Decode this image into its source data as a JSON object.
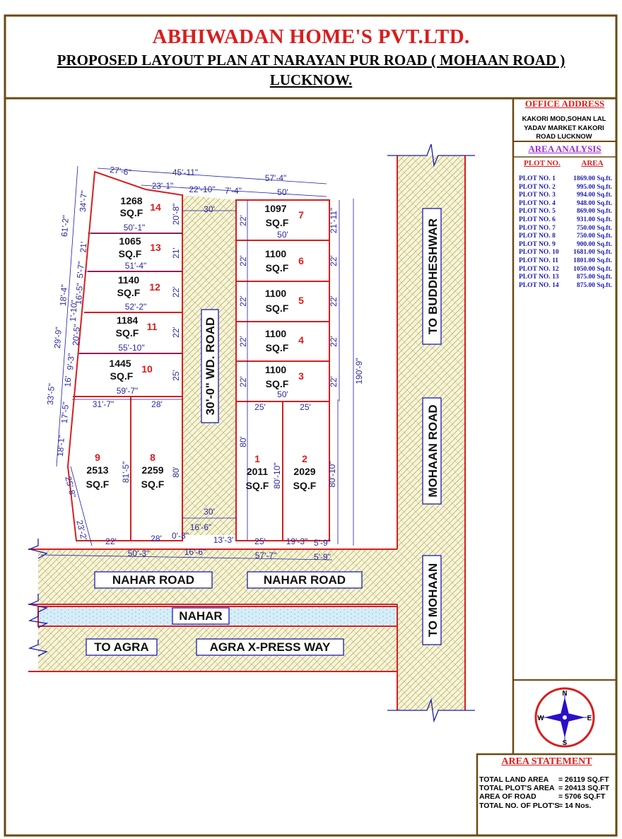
{
  "title": {
    "company": "ABHIWADAN HOME'S PVT.LTD.",
    "subtitle": "PROPOSED LAYOUT PLAN  AT NARAYAN PUR ROAD ( MOHAAN ROAD )",
    "city": "LUCKNOW."
  },
  "office": {
    "heading": "OFFICE ADDRESS",
    "lines": [
      "KAKORI MOD,SOHAN LAL",
      "YADAV MARKET KAKORI",
      "ROAD LUCKNOW"
    ]
  },
  "area_analysis": {
    "heading": "AREA ANALYSIS",
    "col_plot": "PLOT NO.",
    "col_area": "AREA",
    "rows": [
      {
        "plot": "PLOT NO. 1",
        "area": "1869.00 Sq.ft."
      },
      {
        "plot": "PLOT NO. 2",
        "area": "995.00 Sq.ft."
      },
      {
        "plot": "PLOT NO. 3",
        "area": "994.00 Sq.ft."
      },
      {
        "plot": "PLOT NO. 4",
        "area": "948.00 Sq.ft."
      },
      {
        "plot": "PLOT NO. 5",
        "area": "869.00 Sq.ft."
      },
      {
        "plot": "PLOT NO. 6",
        "area": "931.00 Sq.ft."
      },
      {
        "plot": "PLOT NO. 7",
        "area": "750.00 Sq.ft."
      },
      {
        "plot": "PLOT NO. 8",
        "area": "750.00 Sq.ft."
      },
      {
        "plot": "PLOT NO. 9",
        "area": "900.00 Sq.ft."
      },
      {
        "plot": "PLOT NO. 10",
        "area": "1681.00 Sq.ft."
      },
      {
        "plot": "PLOT NO. 11",
        "area": "1801.00 Sq.ft."
      },
      {
        "plot": "PLOT NO. 12",
        "area": "1050.00 Sq.ft."
      },
      {
        "plot": "PLOT NO. 13",
        "area": "875.00 Sq.ft."
      },
      {
        "plot": "PLOT NO. 14",
        "area": "875.00 Sq.ft."
      }
    ]
  },
  "area_statement": {
    "heading": "AREA STATEMENT",
    "rows": [
      {
        "label": "TOTAL LAND AREA",
        "value": "= 26119 SQ.FT"
      },
      {
        "label": "TOTAL PLOT'S AREA",
        "value": "= 20413  SQ.FT"
      },
      {
        "label": "AREA OF ROAD",
        "value": "=   5706 SQ.FT"
      },
      {
        "label": "TOTAL NO. OF PLOT'S",
        "value": "= 14 Nos."
      }
    ]
  },
  "compass": {
    "n": "N",
    "s": "S",
    "e": "E",
    "w": "W"
  },
  "roads": {
    "to_buddheshwar": "TO BUDDHESHWAR",
    "mohaan_road": "MOHAAN ROAD",
    "to_mohaan": "TO MOHAAN",
    "internal_road": "30'-0\" WD. ROAD",
    "nahar_road": "NAHAR ROAD",
    "nahar": "NAHAR",
    "to_agra": "TO AGRA",
    "agra_xpress": "AGRA X-PRESS WAY"
  },
  "plots": {
    "p1": {
      "no": "1",
      "area": "2011",
      "unit": "SQ.F"
    },
    "p2": {
      "no": "2",
      "area": "2029",
      "unit": "SQ.F"
    },
    "p3": {
      "no": "3",
      "area": "1100",
      "unit": "SQ.F"
    },
    "p4": {
      "no": "4",
      "area": "1100",
      "unit": "SQ.F"
    },
    "p5": {
      "no": "5",
      "area": "1100",
      "unit": "SQ.F"
    },
    "p6": {
      "no": "6",
      "area": "1100",
      "unit": "SQ.F"
    },
    "p7": {
      "no": "7",
      "area": "1097",
      "unit": "SQ.F"
    },
    "p8": {
      "no": "8",
      "area": "2259",
      "unit": "SQ.F"
    },
    "p9": {
      "no": "9",
      "area": "2513",
      "unit": "SQ.F"
    },
    "p10": {
      "no": "10",
      "area": "1445",
      "unit": "SQ.F"
    },
    "p11": {
      "no": "11",
      "area": "1184",
      "unit": "SQ.F"
    },
    "p12": {
      "no": "12",
      "area": "1140",
      "unit": "SQ.F"
    },
    "p13": {
      "no": "13",
      "area": "1065",
      "unit": "SQ.F"
    },
    "p14": {
      "no": "14",
      "area": "1268",
      "unit": "SQ.F"
    }
  },
  "dims": {
    "top_27_6": "27'-6\"",
    "top_45_11": "45'-11\"",
    "top_57_4": "57'-4\"",
    "top_23_1": "23'-1\"",
    "top_22_10": "22'-10\"",
    "top_7_4": "7'-4\"",
    "top_50a": "50'",
    "road_30_top": "30'",
    "w_50_1": "50'-1\"",
    "w_51_4": "51'-4\"",
    "w_52_2": "52'-2\"",
    "w_55_10": "55'-10\"",
    "w_59_7": "59'-7\"",
    "w_31_7": "31'-7\"",
    "w_28a": "28'",
    "w_50b": "50'",
    "w_50c": "50'",
    "w_25a": "25'",
    "w_25b": "25'",
    "h_20_8": "20'-8\"",
    "h_21a": "21'",
    "h_22a": "22'",
    "h_22b": "22'",
    "h_25": "25'",
    "h_80a": "80'",
    "h_81_5": "81'-5\"",
    "r7_22": "22'",
    "r6_22": "22'",
    "r5_22": "22'",
    "r4_22": "22'",
    "r3_22": "22'",
    "s7_21_11": "21'-11\"",
    "s6_22": "22'",
    "s5_22": "22'",
    "s4_22": "22'",
    "s3_22": "22'",
    "h_190_9": "190'-9\"",
    "h_80b": "80'",
    "h_80_10a": "80'-10\"",
    "h_80_10b": "80'-10\"",
    "l_61_2": "61'-2\"",
    "l_34_7": "34'-7\"",
    "l_21": "21'",
    "l_5_7": "5'-7\"",
    "l_16_5": "16'-5\"",
    "l_18_4": "18'-4\"",
    "l_1_10": "1'-10\"",
    "l_20_5": "20'-5\"",
    "l_29_9": "29'-9\"",
    "l_9_3": "9'-3\"",
    "l_16": "16'",
    "l_33_5": "33'-5\"",
    "l_17_5": "17'-5\"",
    "l_18_1": "18'-1\"",
    "l_25_8": "25'-8\"",
    "l_23_2": "23'-2\"",
    "road_30_bot": "30'",
    "b_16_6": "16'-6\"",
    "b_22": "22'",
    "b_28": "28'",
    "b_0_3": "0'-3\"",
    "b_13_3": "13'-3'",
    "b_25": "25'",
    "b_19_3": "19'-3\"",
    "b_5_9": "5'-9\"",
    "b_50_3": "50'-3\"",
    "b_16_6b": "16'-6\"",
    "b_57_7": "57'-7\"",
    "b_5_9b": "5'-9\""
  },
  "colors": {
    "accent_red": "#d81e1e",
    "dimension_blue": "#2b2b9a",
    "frame_brown": "#6b4a12",
    "road_fill": "#f7f4dc",
    "water": "#d6eef8"
  }
}
